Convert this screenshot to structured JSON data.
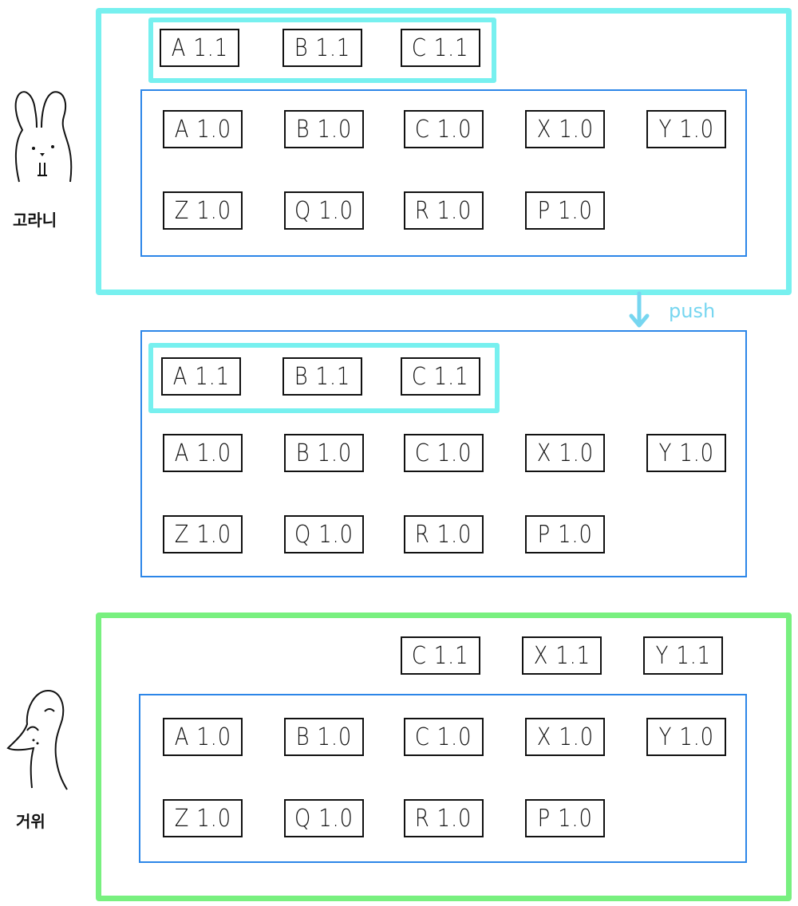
{
  "characters": {
    "rabbit_name": "고라니",
    "goose_name": "거위"
  },
  "push_label": "push",
  "colors": {
    "local_primary": "#77f0ef",
    "local_secondary": "#78f07f",
    "remote_border": "#2c86e8",
    "push_arrow": "#77d6f0"
  },
  "panel1": {
    "staged": [
      {
        "name": "A",
        "version": "1.1"
      },
      {
        "name": "B",
        "version": "1.1"
      },
      {
        "name": "C",
        "version": "1.1"
      }
    ],
    "remote": [
      {
        "name": "A",
        "version": "1.0"
      },
      {
        "name": "B",
        "version": "1.0"
      },
      {
        "name": "C",
        "version": "1.0"
      },
      {
        "name": "X",
        "version": "1.0"
      },
      {
        "name": "Y",
        "version": "1.0"
      },
      {
        "name": "Z",
        "version": "1.0"
      },
      {
        "name": "Q",
        "version": "1.0"
      },
      {
        "name": "R",
        "version": "1.0"
      },
      {
        "name": "P",
        "version": "1.0"
      }
    ]
  },
  "panel2": {
    "staged": [
      {
        "name": "A",
        "version": "1.1"
      },
      {
        "name": "B",
        "version": "1.1"
      },
      {
        "name": "C",
        "version": "1.1"
      }
    ],
    "remote": [
      {
        "name": "A",
        "version": "1.0"
      },
      {
        "name": "B",
        "version": "1.0"
      },
      {
        "name": "C",
        "version": "1.0"
      },
      {
        "name": "X",
        "version": "1.0"
      },
      {
        "name": "Y",
        "version": "1.0"
      },
      {
        "name": "Z",
        "version": "1.0"
      },
      {
        "name": "Q",
        "version": "1.0"
      },
      {
        "name": "R",
        "version": "1.0"
      },
      {
        "name": "P",
        "version": "1.0"
      }
    ]
  },
  "panel3": {
    "local": [
      {
        "name": "C",
        "version": "1.1"
      },
      {
        "name": "X",
        "version": "1.1"
      },
      {
        "name": "Y",
        "version": "1.1"
      }
    ],
    "remote": [
      {
        "name": "A",
        "version": "1.0"
      },
      {
        "name": "B",
        "version": "1.0"
      },
      {
        "name": "C",
        "version": "1.0"
      },
      {
        "name": "X",
        "version": "1.0"
      },
      {
        "name": "Y",
        "version": "1.0"
      },
      {
        "name": "Z",
        "version": "1.0"
      },
      {
        "name": "Q",
        "version": "1.0"
      },
      {
        "name": "R",
        "version": "1.0"
      },
      {
        "name": "P",
        "version": "1.0"
      }
    ]
  }
}
